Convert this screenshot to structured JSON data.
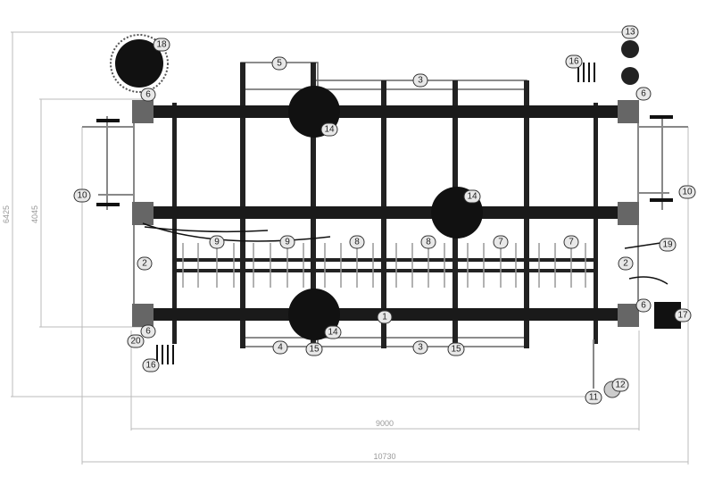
{
  "dimensions": {
    "overall_height": "6425",
    "inner_height": "4045",
    "inner_width": "9000",
    "overall_width": "10730"
  },
  "callouts": [
    "18",
    "5",
    "3",
    "16",
    "13",
    "6",
    "6",
    "14",
    "10",
    "10",
    "14",
    "9",
    "9",
    "8",
    "8",
    "7",
    "7",
    "19",
    "2",
    "2",
    "1",
    "6",
    "17",
    "6",
    "14",
    "20",
    "4",
    "15",
    "3",
    "15",
    "16",
    "12",
    "11"
  ]
}
